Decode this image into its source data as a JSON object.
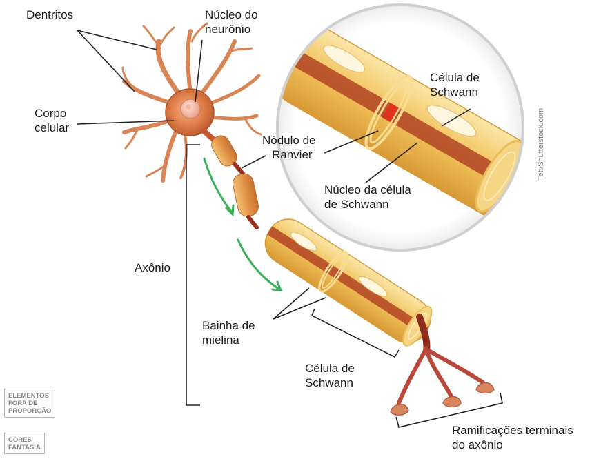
{
  "labels": {
    "dendrites": "Dentritos",
    "nucleus": [
      "Núcleo do",
      "neurônio"
    ],
    "cell_body": [
      "Corpo",
      "celular"
    ],
    "schwann_cell_zoom": [
      "Célula de",
      "Schwann"
    ],
    "node_of_ranvier": [
      "Nódulo de",
      "Ranvier"
    ],
    "schwann_nucleus": [
      "Núcleo da célula",
      "de Schwann"
    ],
    "axon": "Axônio",
    "myelin_sheath": [
      "Bainha de",
      "mielina"
    ],
    "schwann_cell": [
      "Célula de",
      "Schwann"
    ],
    "terminal_branches": [
      "Ramificações terminais",
      "do axônio"
    ]
  },
  "credit": "Tefi/Shutterstock.com",
  "badges": {
    "out_of_proportion": [
      "ELEMENTOS",
      "FORA DE",
      "PROPORÇÃO"
    ],
    "fantasy_colors": [
      "CORES",
      "FANTASIA"
    ]
  },
  "colors": {
    "myelin": "#f3c96a",
    "axon": "#a8321e",
    "cell_body": "#d9703a",
    "arrow": "#3aae5a",
    "leader": "#222222"
  }
}
